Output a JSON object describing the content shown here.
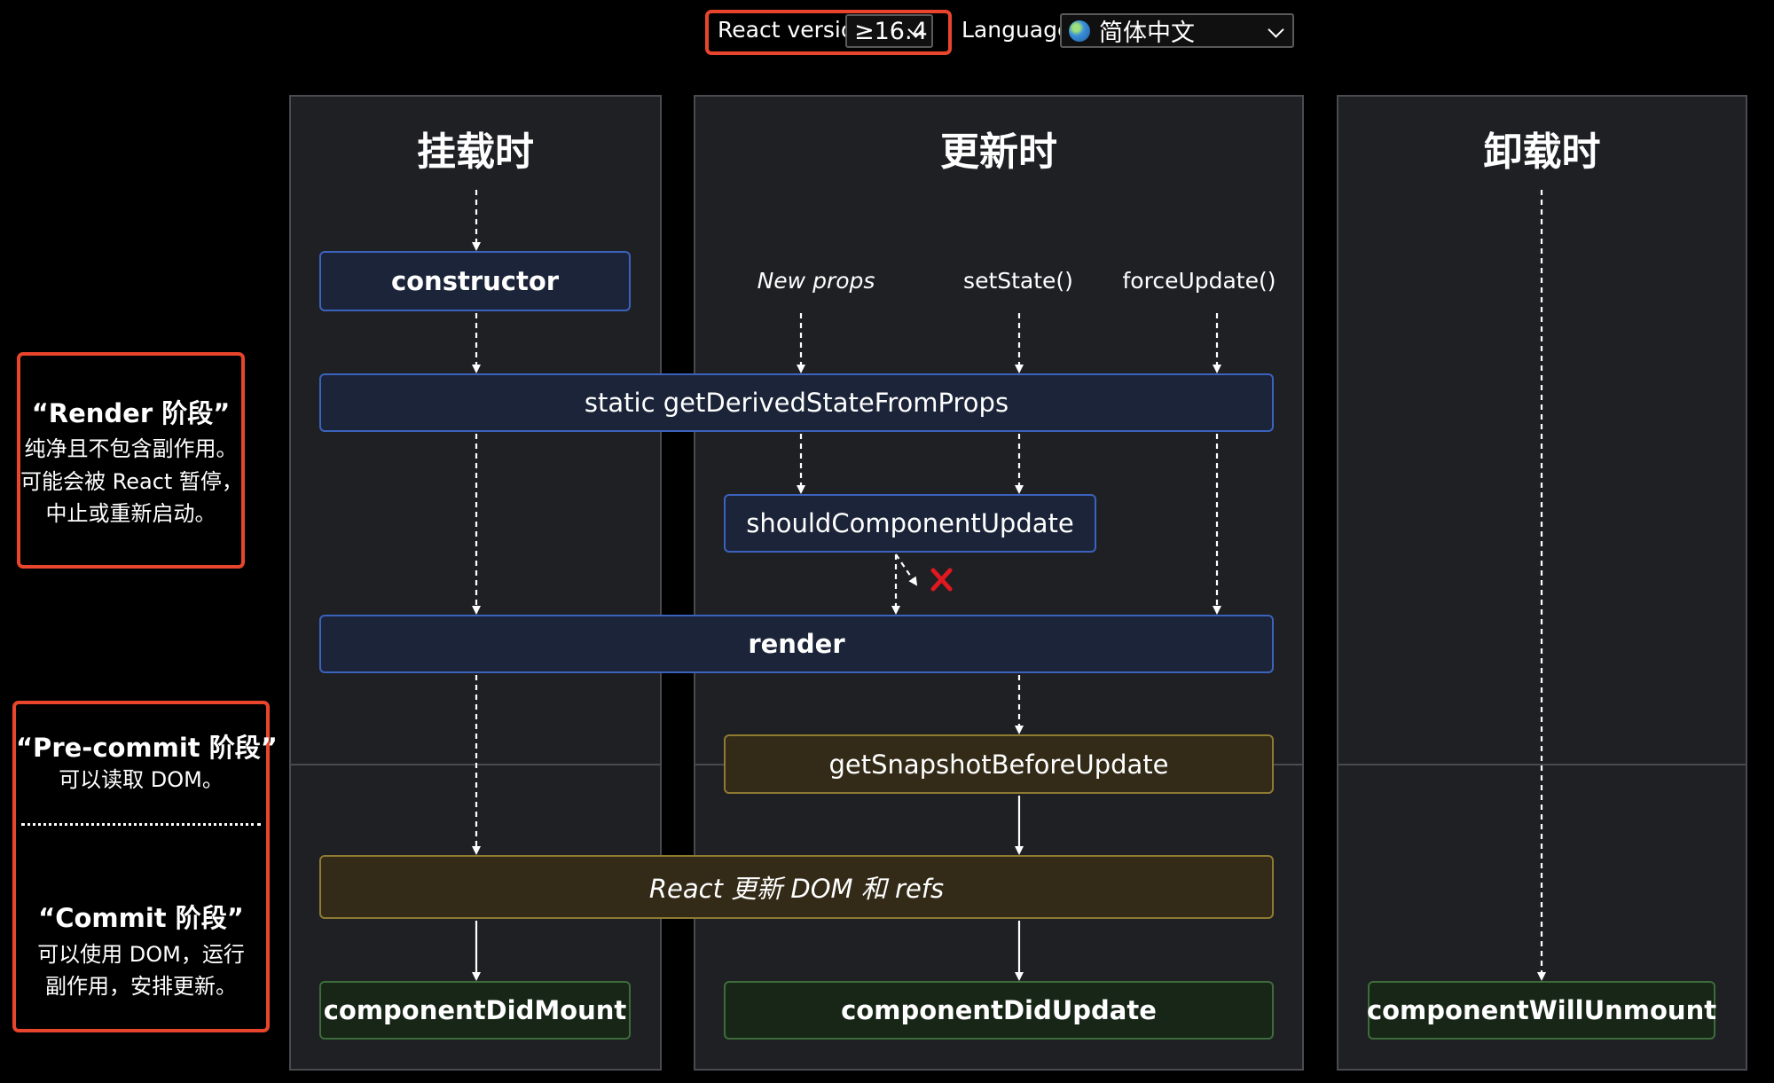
{
  "controls": {
    "react_version_label": "React version",
    "react_version_value": "≥16.4",
    "language_label": "Language",
    "language_value": "简体中文"
  },
  "columns": {
    "mounting": "挂载时",
    "updating": "更新时",
    "unmounting": "卸载时"
  },
  "triggers": {
    "new_props": "New props",
    "set_state": "setState()",
    "force_update": "forceUpdate()"
  },
  "methods": {
    "constructor": "constructor",
    "get_derived_state_from_props": "static getDerivedStateFromProps",
    "should_component_update": "shouldComponentUpdate",
    "render": "render",
    "get_snapshot_before_update": "getSnapshotBeforeUpdate",
    "react_updates_dom": "React 更新 DOM 和 refs",
    "component_did_mount": "componentDidMount",
    "component_did_update": "componentDidUpdate",
    "component_will_unmount": "componentWillUnmount"
  },
  "phases": {
    "render": {
      "title": "“Render 阶段”",
      "line1": "纯净且不包含副作用。",
      "line2": "可能会被 React 暂停，",
      "line3": "中止或重新启动。"
    },
    "pre_commit": {
      "title": "“Pre-commit 阶段”",
      "line1": "可以读取 DOM。"
    },
    "commit": {
      "title": "“Commit 阶段”",
      "line1": "可以使用 DOM，运行",
      "line2": "副作用，安排更新。"
    }
  },
  "colors": {
    "phase_border": "#e8452c",
    "render_box_border": "#3b62bd",
    "commit_box_border": "#8f7a32",
    "did_box_border": "#3d6c3a",
    "cancel_mark": "#e0181f"
  }
}
